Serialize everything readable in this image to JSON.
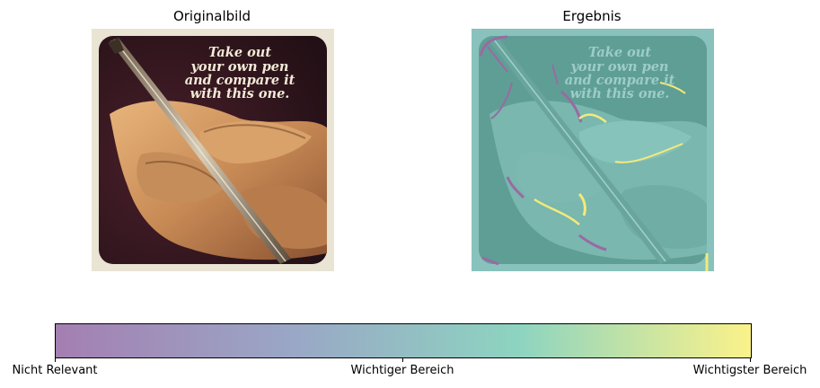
{
  "panels": [
    {
      "title": "Originalbild",
      "image_text": [
        "Take out",
        "your own pen",
        "and compare it",
        "with this one."
      ]
    },
    {
      "title": "Ergebnis",
      "image_text": [
        "Take out",
        "your own pen",
        "and compare it",
        "with this one."
      ]
    }
  ],
  "colorbar": {
    "colors": [
      "#a47fb1",
      "#9aa6c6",
      "#8dd4c0",
      "#fbf28a"
    ],
    "ticks": [
      {
        "label": "Nicht Relevant",
        "position": 0.0
      },
      {
        "label": "Wichtiger Bereich",
        "position": 0.5
      },
      {
        "label": "Wichtigster Bereich",
        "position": 1.0
      }
    ]
  }
}
